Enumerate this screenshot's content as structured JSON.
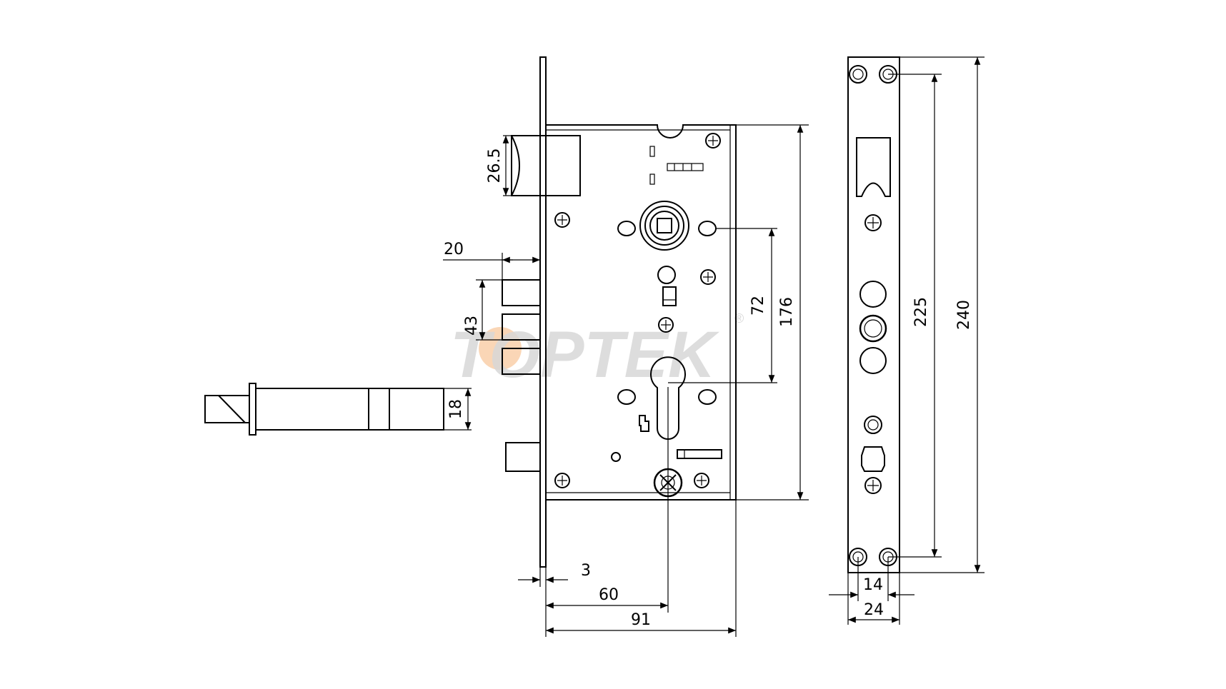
{
  "watermark": {
    "brand": "TOPTEK",
    "registered_mark": "®",
    "accent_color": "#f4a460"
  },
  "dimensions": {
    "cam_height": "26.5",
    "latch_offset": "20",
    "bolt_spacing": "43",
    "bolt_diameter": "18",
    "handle_to_cylinder": "72",
    "case_height": "176",
    "screw_spacing": "225",
    "faceplate_height": "240",
    "faceplate_thickness": "3",
    "backset": "60",
    "case_depth": "91",
    "screw_width": "14",
    "faceplate_width": "24"
  }
}
